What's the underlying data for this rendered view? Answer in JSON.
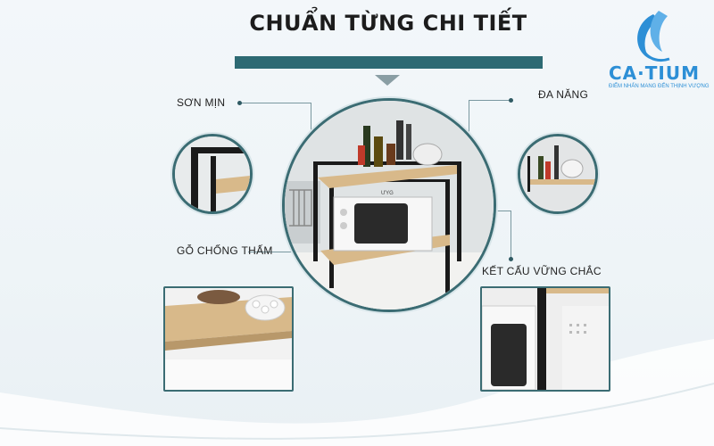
{
  "heading": "CHUẨN TỪNG CHI TIẾT",
  "logo": {
    "brand": "CA·TIUM",
    "tagline": "ĐIỂM NHẤN MANG ĐẾN THỊNH VƯỢNG"
  },
  "features": {
    "smooth": "SƠN MỊN",
    "versatile": "ĐA NĂNG",
    "waterproof": "GỖ CHỐNG THẤM",
    "sturdy": "KẾT CẤU VỮNG CHẮC"
  },
  "colors": {
    "accent": "#2e6a73",
    "frame": "#1a1a1a",
    "wood": "#d8b98a",
    "brand": "#2d8fd6"
  },
  "microwave_text": "ƯYG"
}
